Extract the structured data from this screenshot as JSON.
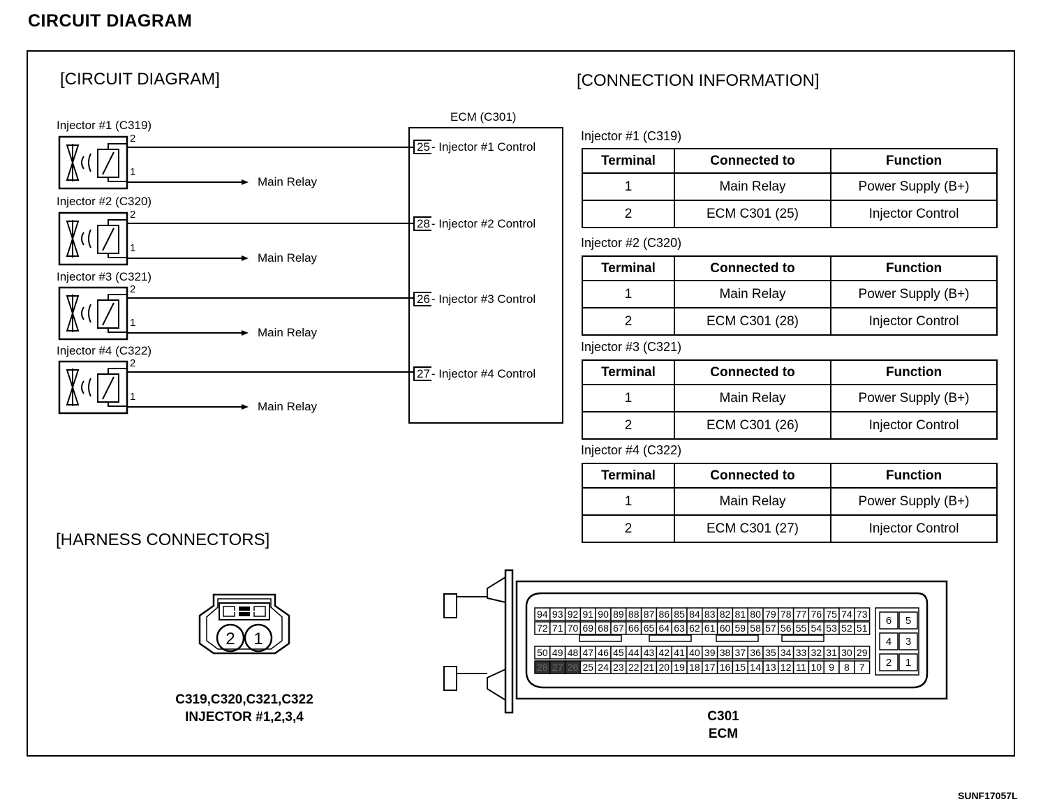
{
  "page_title": "CIRCUIT DIAGRAM",
  "sections": {
    "circuit": "[CIRCUIT DIAGRAM]",
    "connection": "[CONNECTION INFORMATION]",
    "harness": "[HARNESS CONNECTORS]"
  },
  "ecm_title": "ECM (C301)",
  "pin_labels": {
    "pin2": "2",
    "pin1": "1"
  },
  "injectors": [
    {
      "label": "Injector #1 (C319)",
      "relay": "Main Relay",
      "ecm_pin": "25",
      "ecm_text": "- Injector #1 Control"
    },
    {
      "label": "Injector #2 (C320)",
      "relay": "Main Relay",
      "ecm_pin": "28",
      "ecm_text": "- Injector #2 Control"
    },
    {
      "label": "Injector #3 (C321)",
      "relay": "Main Relay",
      "ecm_pin": "26",
      "ecm_text": "- Injector #3 Control"
    },
    {
      "label": "Injector #4 (C322)",
      "relay": "Main Relay",
      "ecm_pin": "27",
      "ecm_text": "- Injector #4 Control"
    }
  ],
  "table_headers": {
    "terminal": "Terminal",
    "connected": "Connected to",
    "function": "Function"
  },
  "tables": [
    {
      "title": "Injector #1 (C319)",
      "rows": [
        {
          "terminal": "1",
          "connected": "Main Relay",
          "function": "Power Supply (B+)"
        },
        {
          "terminal": "2",
          "connected": "ECM C301 (25)",
          "function": "Injector Control"
        }
      ]
    },
    {
      "title": "Injector #2 (C320)",
      "rows": [
        {
          "terminal": "1",
          "connected": "Main Relay",
          "function": "Power Supply (B+)"
        },
        {
          "terminal": "2",
          "connected": "ECM C301 (28)",
          "function": "Injector Control"
        }
      ]
    },
    {
      "title": "Injector #3 (C321)",
      "rows": [
        {
          "terminal": "1",
          "connected": "Main Relay",
          "function": "Power Supply (B+)"
        },
        {
          "terminal": "2",
          "connected": "ECM C301 (26)",
          "function": "Injector Control"
        }
      ]
    },
    {
      "title": "Injector #4 (C322)",
      "rows": [
        {
          "terminal": "1",
          "connected": "Main Relay",
          "function": "Power Supply (B+)"
        },
        {
          "terminal": "2",
          "connected": "ECM C301 (27)",
          "function": "Injector Control"
        }
      ]
    }
  ],
  "injector_connector": {
    "pins": [
      "2",
      "1"
    ],
    "caption_line1": "C319,C320,C321,C322",
    "caption_line2": "INJECTOR #1,2,3,4"
  },
  "ecm_connector": {
    "rows": [
      [
        "94",
        "93",
        "92",
        "91",
        "90",
        "89",
        "88",
        "87",
        "86",
        "85",
        "84",
        "83",
        "82",
        "81",
        "80",
        "79",
        "78",
        "77",
        "76",
        "75",
        "74",
        "73"
      ],
      [
        "72",
        "71",
        "70",
        "69",
        "68",
        "67",
        "66",
        "65",
        "64",
        "63",
        "62",
        "61",
        "60",
        "59",
        "58",
        "57",
        "56",
        "55",
        "54",
        "53",
        "52",
        "51"
      ],
      [
        "50",
        "49",
        "48",
        "47",
        "46",
        "45",
        "44",
        "43",
        "42",
        "41",
        "40",
        "39",
        "38",
        "37",
        "36",
        "35",
        "34",
        "33",
        "32",
        "31",
        "30",
        "29"
      ],
      [
        "28",
        "27",
        "26",
        "25",
        "24",
        "23",
        "22",
        "21",
        "20",
        "19",
        "18",
        "17",
        "16",
        "15",
        "14",
        "13",
        "12",
        "11",
        "10",
        "9",
        "8",
        "7"
      ]
    ],
    "side_pins": [
      [
        "6",
        "5"
      ],
      [
        "4",
        "3"
      ],
      [
        "2",
        "1"
      ]
    ],
    "shaded_pins": [
      "28",
      "27",
      "26"
    ],
    "caption_line1": "C301",
    "caption_line2": "ECM"
  },
  "footer_code": "SUNF17057L"
}
